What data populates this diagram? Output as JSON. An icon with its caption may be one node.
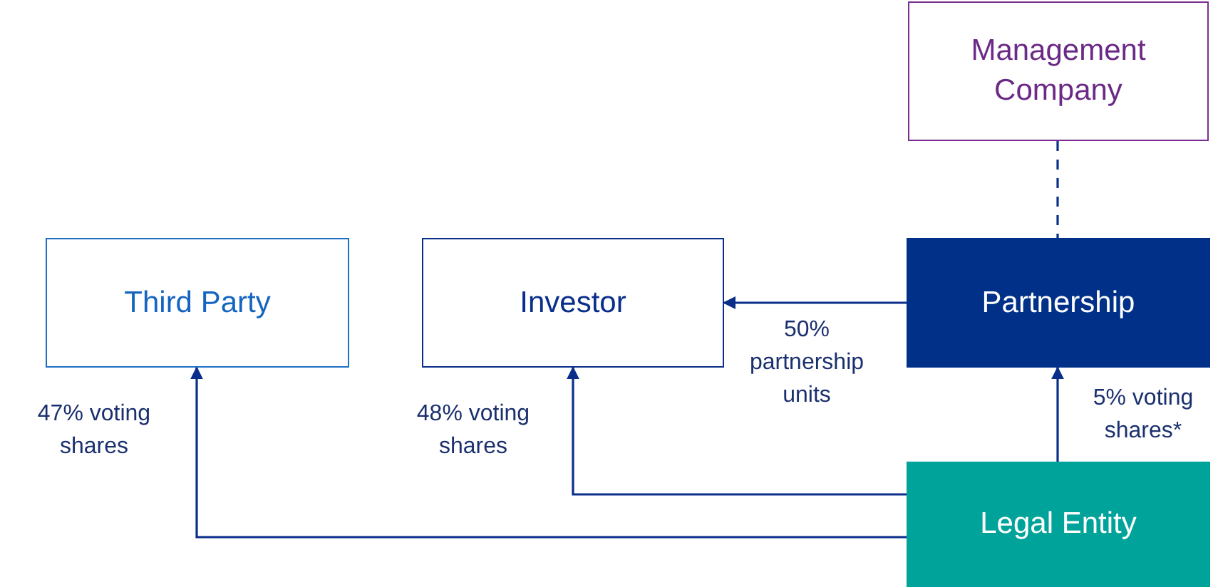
{
  "diagram": {
    "nodes": [
      {
        "text": [
          "Management Company"
        ]
      },
      {
        "text": [
          "Third Party"
        ]
      },
      {
        "text": [
          "Investor"
        ]
      },
      {
        "text": [
          "Partnership"
        ]
      },
      {
        "text": [
          "Legal Entity"
        ]
      }
    ],
    "edges": [
      {
        "from": 3,
        "to": 2,
        "arrow": "to",
        "label": "50% partnership units"
      },
      {
        "from": 4,
        "to": 3,
        "arrow": "to",
        "label": "5% voting shares*"
      },
      {
        "from": 4,
        "to": 2,
        "arrow": "to",
        "label": "48% voting shares"
      },
      {
        "from": 4,
        "to": 1,
        "arrow": "to",
        "label": "47% voting shares"
      },
      {
        "from": 0,
        "to": 3,
        "arrow": "none",
        "style": "dashed"
      }
    ]
  }
}
